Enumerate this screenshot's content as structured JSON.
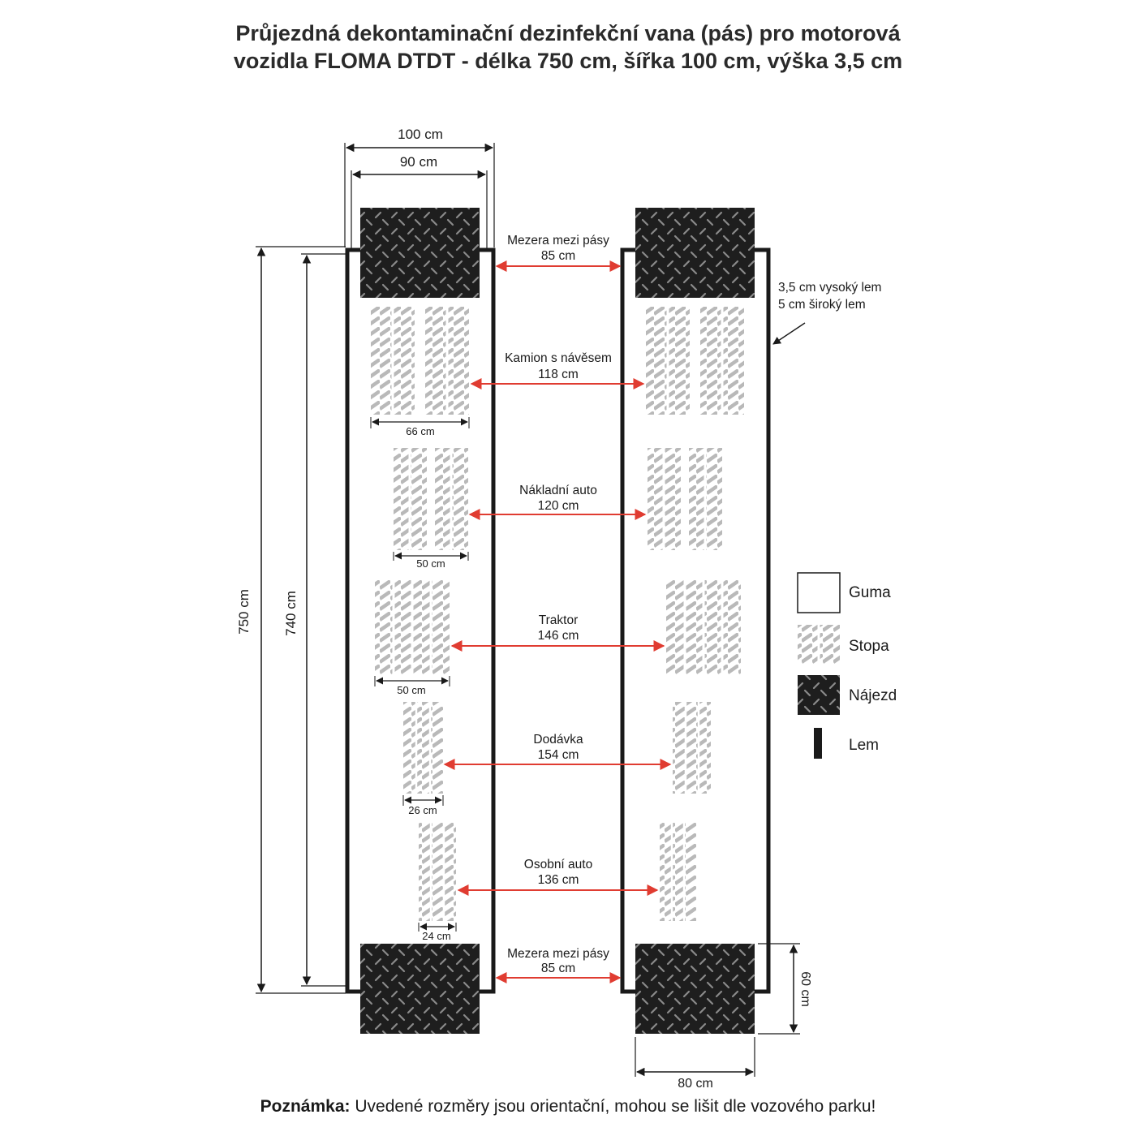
{
  "title": {
    "line1": "Průjezdná dekontaminační dezinfekční vana (pás) pro motorová",
    "line2": "vozidla FLOMA DTDT - délka 750 cm, šířka 100 cm, výška 3,5 cm"
  },
  "dimensions": {
    "width_outer": "100 cm",
    "width_inner": "90 cm",
    "length_outer": "750 cm",
    "length_inner": "740 cm",
    "ramp_length": "60 cm",
    "ramp_width": "80 cm"
  },
  "rim_note": {
    "line1": "3,5 cm vysoký lem",
    "line2": "5 cm široký lem"
  },
  "vehicles": [
    {
      "name": "Mezera mezi pásy",
      "gap": "85 cm"
    },
    {
      "name": "Kamion s návěsem",
      "gap": "118 cm",
      "tire_width": "66 cm"
    },
    {
      "name": "Nákladní auto",
      "gap": "120 cm",
      "tire_width": "50 cm"
    },
    {
      "name": "Traktor",
      "gap": "146 cm",
      "tire_width": "50 cm"
    },
    {
      "name": "Dodávka",
      "gap": "154 cm",
      "tire_width": "26 cm"
    },
    {
      "name": "Osobní auto",
      "gap": "136 cm",
      "tire_width": "24 cm"
    },
    {
      "name": "Mezera mezi pásy",
      "gap": "85 cm"
    }
  ],
  "legend": [
    {
      "label": "Guma",
      "icon": "rubber-swatch"
    },
    {
      "label": "Stopa",
      "icon": "tire-tread-swatch"
    },
    {
      "label": "Nájezd",
      "icon": "ramp-plate-swatch"
    },
    {
      "label": "Lem",
      "icon": "rim-swatch"
    }
  ],
  "note": {
    "label": "Poznámka:",
    "text": " Uvedené rozměry jsou orientační, mohou se lišit dle vozového parku!"
  },
  "colors": {
    "gap_arrow": "#e03c31",
    "tread": "#b9b9b9",
    "ramp": "#1e1e1e",
    "rim": "#1a1a1a"
  }
}
